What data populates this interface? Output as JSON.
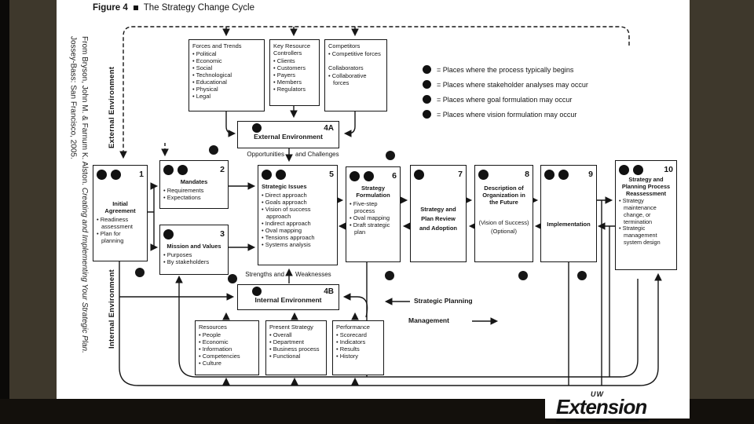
{
  "page": {
    "figure_label": "Figure 4",
    "title": "The Strategy Change Cycle",
    "citation_prefix": "From Bryson, John M. & Farnum K. Alston. ",
    "citation_book_title": "Creating and Implementing Your Strategic Plan.",
    "citation_suffix": " Jossey-Bass: San Francisco, 2005.",
    "logo_small": "UW",
    "logo_text": "Extension"
  },
  "labels": {
    "external_side": "External Environment",
    "internal_side": "Internal Environment",
    "opportunities": "Opportunities",
    "and_challenges": "and Challenges",
    "strengths_and": "Strengths and",
    "weaknesses": "Weaknesses",
    "strategic_planning": "Strategic Planning",
    "management": "Management"
  },
  "legend": {
    "items": [
      "= Places where the process typically begins",
      "= Places where stakeholder analyses may occur",
      "= Places where goal formulation may occur",
      "= Places where vision formulation may occur"
    ]
  },
  "top_boxes": [
    {
      "title": "Forces and Trends",
      "bullets": [
        "Political",
        "Economic",
        "Social",
        "Technological",
        "Educational",
        "Physical",
        "Legal"
      ]
    },
    {
      "title": "Key Resource Controllers",
      "bullets": [
        "Clients",
        "Customers",
        "Payers",
        "Members",
        "Regulators"
      ]
    },
    {
      "title": "Competitors",
      "bullets": [
        "Competitive forces"
      ],
      "title2": "Collaborators",
      "bullets2": [
        "Collaborative forces"
      ]
    }
  ],
  "env_boxes": {
    "external": {
      "number": "4A",
      "title": "External Environment"
    },
    "internal": {
      "number": "4B",
      "title": "Internal Environment"
    }
  },
  "numbered_boxes": [
    {
      "number": "1",
      "title": "Initial Agreement",
      "bullets": [
        "Readiness assessment",
        "Plan for planning"
      ]
    },
    {
      "number": "2",
      "title": "Mandates",
      "bullets": [
        "Requirements",
        "Expectations"
      ]
    },
    {
      "number": "3",
      "title": "Mission and Values",
      "bullets": [
        "Purposes",
        "By stakeholders"
      ]
    },
    {
      "number": "5",
      "title": "Strategic Issues",
      "bullets": [
        "Direct approach",
        "Goals approach",
        "Vision of success approach",
        "Indirect approach",
        "Oval mapping",
        "Tensions approach",
        "Systems analysis"
      ]
    },
    {
      "number": "6",
      "title": "Strategy Formulation",
      "bullets": [
        "Five-step process",
        "Oval mapping",
        "Draft strategic plan"
      ]
    },
    {
      "number": "7",
      "title": "Strategy and Plan Review and Adoption"
    },
    {
      "number": "8",
      "title": "Description of Organization in the Future",
      "subtitle": "(Vision of Success)",
      "subtitle2": "(Optional)"
    },
    {
      "number": "9",
      "title": "Implementation"
    },
    {
      "number": "10",
      "title": "Strategy and Planning Process Reassessment",
      "bullets": [
        "Strategy maintenance change, or termination",
        "Strategic management system design"
      ]
    }
  ],
  "bottom_boxes": [
    {
      "title": "Resources",
      "bullets": [
        "People",
        "Economic",
        "Information",
        "Competencies",
        "Culture"
      ]
    },
    {
      "title": "Present Strategy",
      "bullets": [
        "Overall",
        "Department",
        "Business process",
        "Functional"
      ]
    },
    {
      "title": "Performance",
      "bullets": [
        "Scorecard",
        "Indicators",
        "Results",
        "History"
      ]
    }
  ],
  "colors": {
    "frame_brown": "#3e382c",
    "frame_black": "#0b0a08",
    "paper": "#ffffff",
    "ink": "#151515"
  }
}
